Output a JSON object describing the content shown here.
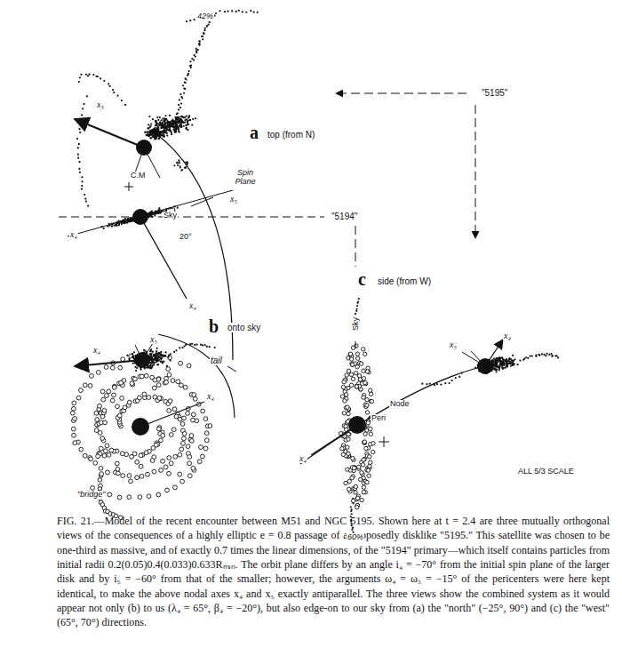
{
  "diagram": {
    "caption": "FIG. 21.—Model of the recent encounter between M51 and NGC 5195. Shown here at t = 2.4 are three mutually orthogonal views of the consequences of a highly elliptic e = 0.8 passage of a supposedly disklike \"5195.\" This satellite was chosen to be one-third as massive, and of exactly 0.7 times the linear dimensions, of the \"5194\" primary—which itself contains particles from initial radii 0.2(0.05)0.4(0.033)0.633Rₘᵢₙ. The orbit plane differs by an angle i₄ = −70° from the initial spin plane of the larger disk and by i₅ = −60° from that of the smaller; however, the arguments ω₄ = ω₅ = −15° of the pericenters were here kept identical, to make the above nodal axes x₄ and x₅ exactly antiparallel. The three views show the combined system as it would appear not only (b) to us (λ₄ = 65°, β₄ = −20°), but also edge-on to our sky from (a) the \"north\" (−25°, 90°) and (c) the \"west\" (65°, 70°) directions.",
    "labels": [
      "42%",
      "x₅",
      "C.M",
      "Spin Plane",
      "x₅",
      "Sky",
      "x₄",
      "20°",
      "x₄",
      "a",
      "top (from N)",
      "\"5195\"",
      "\"5194\"",
      "b",
      "onto sky",
      "x₄",
      "x₅",
      "tail",
      "x₄",
      "\"bridge\"",
      "c",
      "side (from W)",
      "Sky",
      "Node",
      "Peri",
      "x₄",
      "x₅",
      "x₄",
      "60%",
      "ALL 5/3 SCALE"
    ]
  }
}
